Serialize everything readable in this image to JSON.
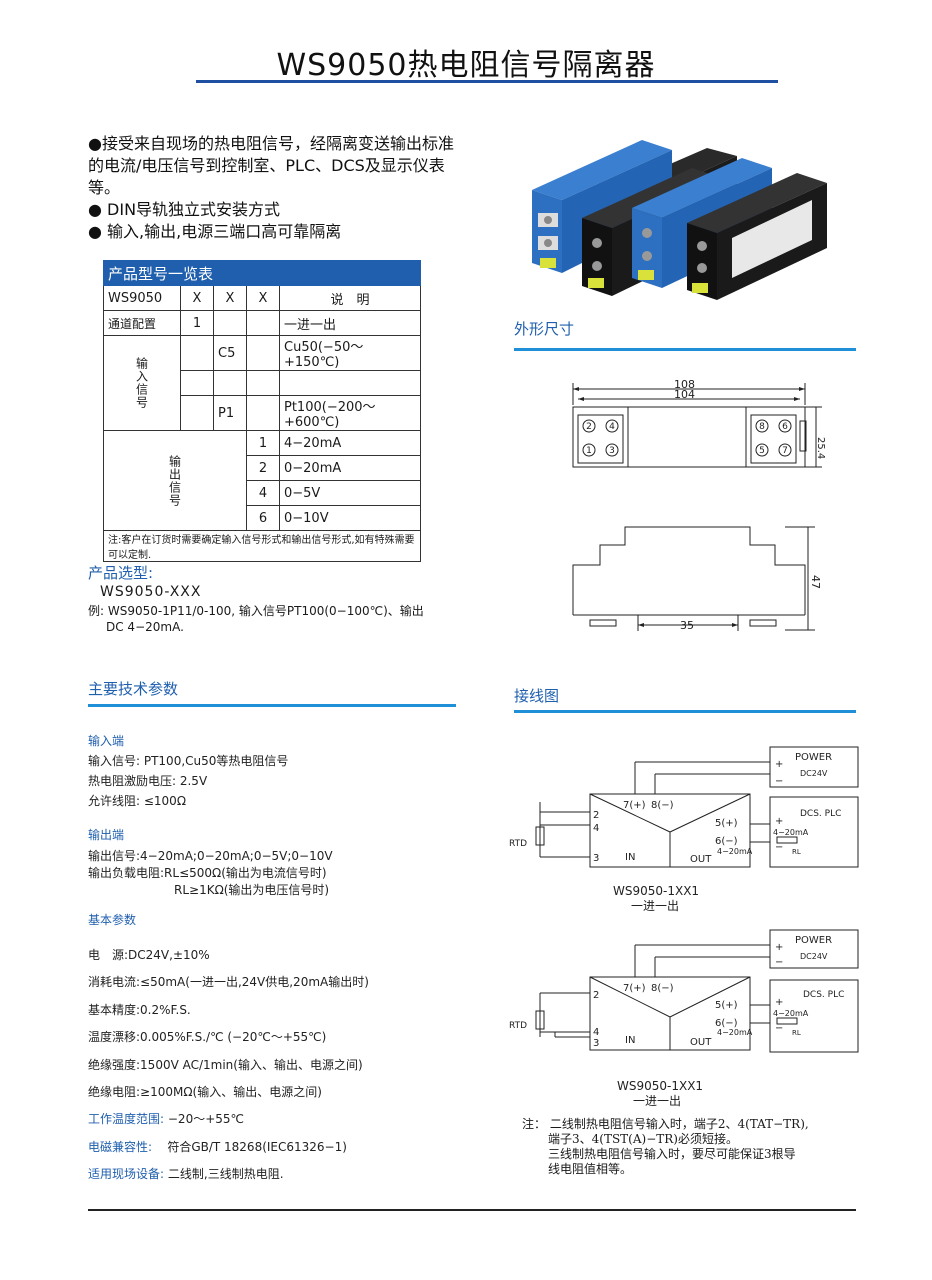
{
  "title": "WS9050热电阻信号隔离器",
  "intro": [
    "●接受来自现场的热电阻信号，经隔离变送输出标准的电流/电压信号到控制室、PLC、DCS及显示仪表等。",
    "● DIN导轨独立式安装方式",
    "● 输入,输出,电源三端口高可靠隔离"
  ],
  "table": {
    "header": "产品型号一览表",
    "model_row": [
      "WS9050",
      "X",
      "X",
      "X",
      "说　明"
    ],
    "channel": {
      "label": "通道配置",
      "code": "1",
      "desc": "一进一出"
    },
    "input": {
      "label": "输入信号",
      "rows": [
        {
          "code": "C5",
          "desc": "Cu50(−50～+150℃)"
        },
        {
          "code": "",
          "desc": ""
        },
        {
          "code": "P1",
          "desc": "Pt100(−200～+600℃)"
        }
      ]
    },
    "output": {
      "label": "输出信号",
      "rows": [
        {
          "code": "1",
          "desc": "4−20mA"
        },
        {
          "code": "2",
          "desc": "0−20mA"
        },
        {
          "code": "4",
          "desc": "0−5V"
        },
        {
          "code": "6",
          "desc": "0−10V"
        }
      ]
    },
    "note": "注:客户在订货时需要确定输入信号形式和输出信号形式,如有特殊需要可以定制."
  },
  "selection": {
    "heading": "产品选型:",
    "model": "WS9050-XXX",
    "example_line1": "例:  WS9050-1P11/0-100,  输入信号PT100(0−100℃)、输出",
    "example_line2": "DC 4−20mA."
  },
  "params": {
    "heading": "主要技术参数",
    "input_title": "输入端",
    "input": [
      "输入信号: PT100,Cu50等热电阻信号",
      "热电阻激励电压: 2.5V",
      "允许线阻: ≤100Ω"
    ],
    "output_title": "输出端",
    "output": [
      "输出信号:4−20mA;0−20mA;0−5V;0−10V",
      "输出负载电阻:RL≤500Ω(输出为电流信号时)",
      "RL≥1KΩ(输出为电压信号时)"
    ],
    "basic_title": "基本参数",
    "basic": [
      "电　源:DC24V,±10%",
      "消耗电流:≤50mA(一进一出,24V供电,20mA输出时)",
      "基本精度:0.2%F.S.",
      "温度漂移:0.005%F.S./℃ (−20℃～+55℃)",
      "绝缘强度:1500V AC/1min(输入、输出、电源之间)",
      "绝缘电阻:≥100MΩ(输入、输出、电源之间)"
    ],
    "temp_label": "工作温度范围:",
    "temp_value": "−20～+55℃",
    "emc_label": "电磁兼容性:",
    "emc_value": "符合GB/T 18268(IEC61326−1)",
    "field_label": "适用现场设备:",
    "field_value": "二线制,三线制热电阻."
  },
  "dimensions": {
    "heading": "外形尺寸",
    "d108": "108",
    "d104": "104",
    "d25": "25.4",
    "d47": "47",
    "d35": "35",
    "terminals": [
      "2",
      "4",
      "1",
      "3",
      "8",
      "6",
      "5",
      "7"
    ]
  },
  "wiring": {
    "heading": "接线图",
    "power": "POWER",
    "dc24": "DC24V",
    "dcs": "DCS. PLC",
    "rtd": "RTD",
    "t7": "7(+)",
    "t8": "8(−)",
    "t5": "5(+)",
    "t6": "6(−)",
    "t2": "2",
    "t4": "4",
    "t3": "3",
    "in": "IN",
    "out": "OUT",
    "ma": "4−20mA",
    "rl": "RL",
    "plus": "+",
    "minus": "−",
    "model1": "WS9050-1XX1",
    "desc1": "一进一出",
    "model2": "WS9050-1XX1",
    "desc2": "一进一出"
  },
  "note": {
    "line1": "注：  二线制热电阻信号输入时，端子2、4(TAT−TR),",
    "line2": "端子3、4(TST(A)−TR)必须短接。",
    "line3": "三线制热电阻信号输入时，要尽可能保证3根导",
    "line4": "线电阻值相等。"
  },
  "colors": {
    "accent": "#1f5fae",
    "rule": "#1f8fd8"
  }
}
